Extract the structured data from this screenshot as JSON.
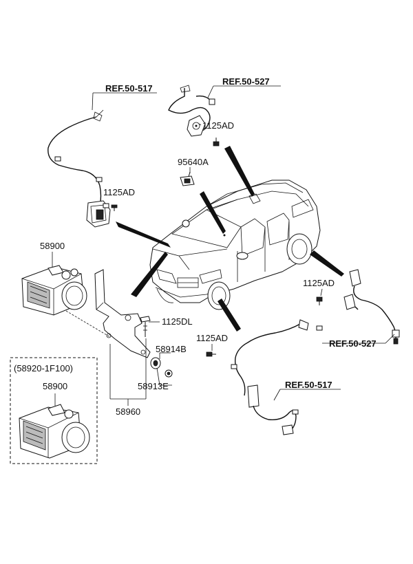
{
  "labels": {
    "ref_front_left": "REF.50-517",
    "ref_rear_left": "REF.50-527",
    "ref_rear_right": "REF.50-527",
    "ref_front_right": "REF.50-517",
    "bolt_rear_left": "1125AD",
    "sensor_95640a": "95640A",
    "bolt_front_left": "1125AD",
    "abs_module": "58900",
    "bolt_1125dl": "1125DL",
    "bolt_rear_right": "1125AD",
    "bushing_58914b": "58914B",
    "bolt_front_right": "1125AD",
    "bushing_58913e": "58913E",
    "bracket_assy": "58960",
    "alt_part_code": "(58920-1F100)",
    "alt_abs_module": "58900"
  }
}
